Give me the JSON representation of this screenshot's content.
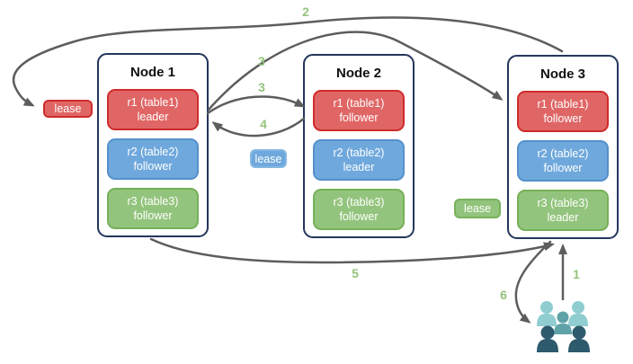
{
  "nodes": [
    {
      "title": "Node 1",
      "replicas": [
        {
          "name": "r1 (table1)",
          "role": "leader",
          "color": "red"
        },
        {
          "name": "r2 (table2)",
          "role": "follower",
          "color": "blue"
        },
        {
          "name": "r3 (table3)",
          "role": "follower",
          "color": "green"
        }
      ]
    },
    {
      "title": "Node 2",
      "replicas": [
        {
          "name": "r1 (table1)",
          "role": "follower",
          "color": "red"
        },
        {
          "name": "r2 (table2)",
          "role": "leader",
          "color": "blue"
        },
        {
          "name": "r3 (table3)",
          "role": "follower",
          "color": "green"
        }
      ]
    },
    {
      "title": "Node 3",
      "replicas": [
        {
          "name": "r1 (table1)",
          "role": "follower",
          "color": "red"
        },
        {
          "name": "r2 (table2)",
          "role": "follower",
          "color": "blue"
        },
        {
          "name": "r3 (table3)",
          "role": "leader",
          "color": "green"
        }
      ]
    }
  ],
  "leases": [
    {
      "label": "lease",
      "color": "red"
    },
    {
      "label": "lease",
      "color": "blue"
    },
    {
      "label": "lease",
      "color": "green"
    }
  ],
  "step_labels": {
    "s1": "1",
    "s2": "2",
    "s3a": "3",
    "s3b": "3",
    "s4": "4",
    "s5": "5",
    "s6": "6"
  },
  "icons": {
    "users": "users-group-icon"
  },
  "colors": {
    "red_fill": "#e06666",
    "red_border": "#cf2b2b",
    "blue_fill": "#6fa8dc",
    "blue_border": "#5590cc",
    "green_fill": "#93c47d",
    "green_border": "#76b058",
    "node_border": "#24365c",
    "arrow": "#5d5d5d",
    "step_label": "#93c47d",
    "users_light": "#8fcdd0",
    "users_mid": "#5fa3a8",
    "users_dark": "#2d5a6c"
  }
}
